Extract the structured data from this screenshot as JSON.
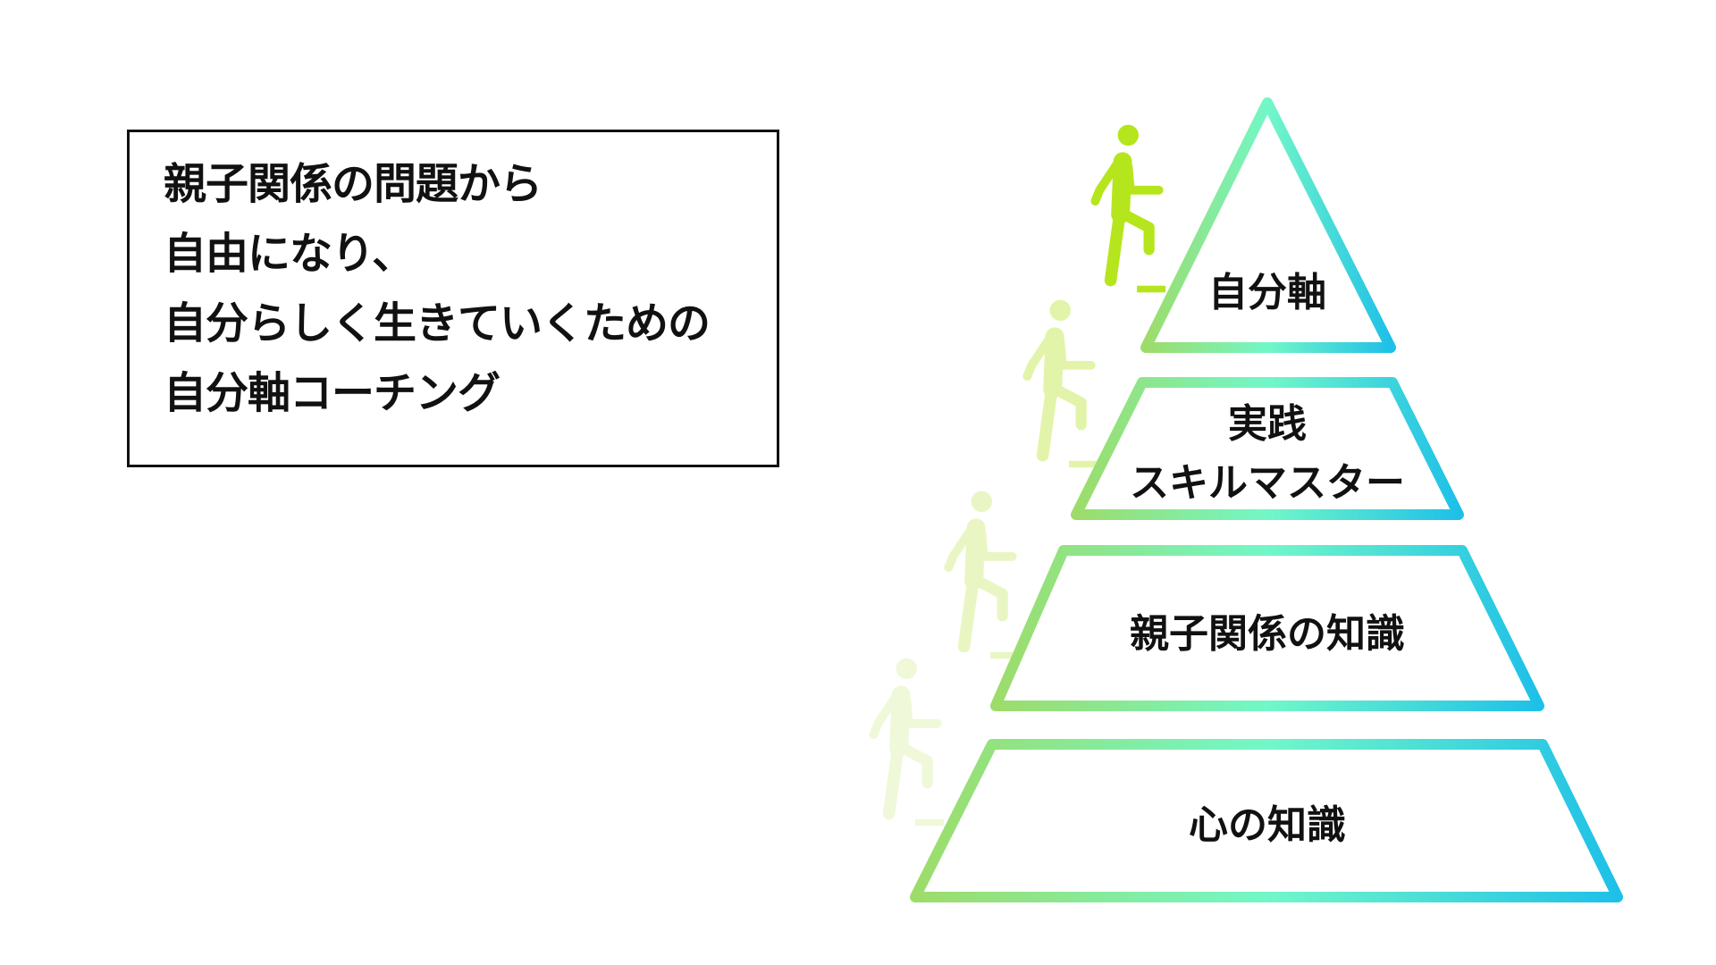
{
  "title_box": {
    "lines": [
      "親子関係の問題から",
      "自由になり、",
      "自分らしく生きていくための",
      "自分軸コーチング"
    ]
  },
  "pyramid": {
    "tiers": [
      {
        "lines": [
          "自分軸"
        ]
      },
      {
        "lines": [
          "実践",
          "スキルマスター"
        ]
      },
      {
        "lines": [
          "親子関係の知識"
        ]
      },
      {
        "lines": [
          "心の知識"
        ]
      }
    ],
    "gradient_colors": [
      "#9ddc6a",
      "#72f7c8",
      "#1ec0e8"
    ]
  },
  "figures": {
    "icon": "walking-up-stairs-icon",
    "colors": [
      "#b5e61d",
      "#e2f4a9",
      "#e9f6c3",
      "#eff8d9"
    ]
  }
}
